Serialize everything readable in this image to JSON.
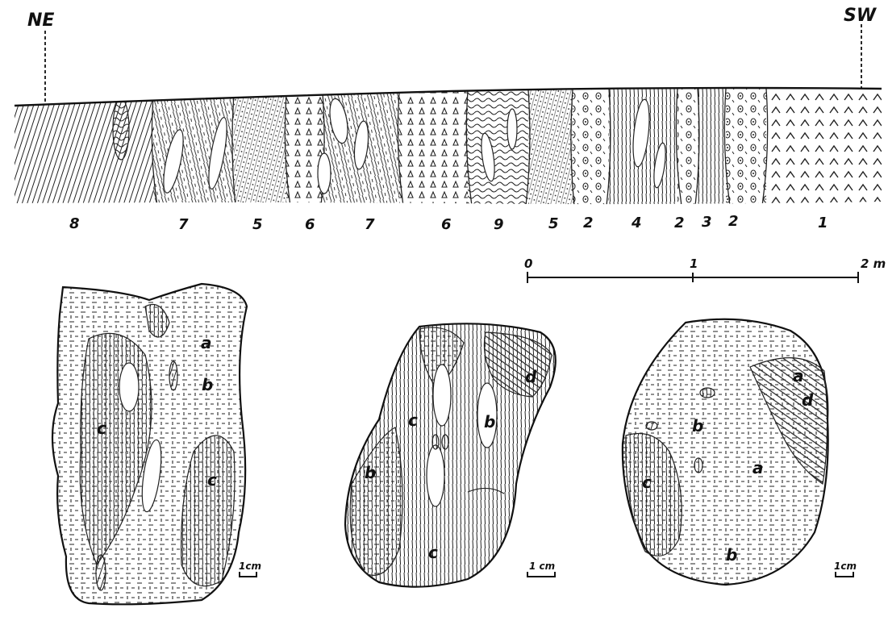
{
  "section": {
    "orientation_left": "NE",
    "orientation_right": "SW",
    "layer_numbers": [
      "8",
      "7",
      "5",
      "6",
      "7",
      "6",
      "9",
      "5",
      "2",
      "4",
      "2",
      "3",
      "2",
      "1"
    ]
  },
  "scale_bar": {
    "tick_labels": [
      "0",
      "1",
      "2 m"
    ]
  },
  "samples": [
    {
      "zone_labels": [
        "a",
        "b",
        "c",
        "c"
      ],
      "scale_label": "1cm"
    },
    {
      "zone_labels": [
        "d",
        "c",
        "b",
        "b",
        "c"
      ],
      "scale_label": "1 cm"
    },
    {
      "zone_labels": [
        "a",
        "d",
        "b",
        "a",
        "c",
        "b"
      ],
      "scale_label": "1cm"
    }
  ]
}
